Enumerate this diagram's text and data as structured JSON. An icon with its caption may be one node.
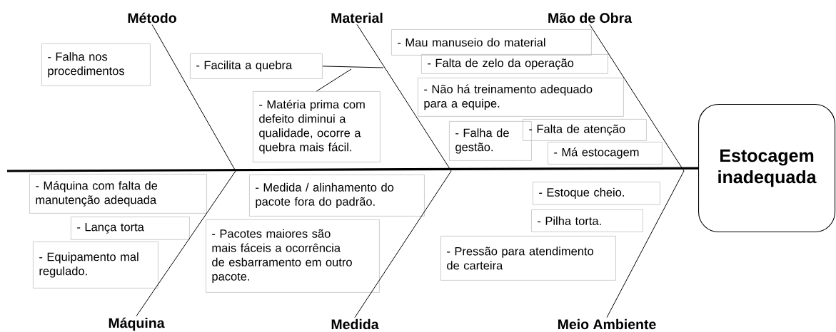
{
  "diagram": {
    "nodes": [
      {
        "text": [
          "Método"
        ]
      },
      {
        "text": [
          "Material"
        ]
      },
      {
        "text": [
          "Mão de Obra"
        ]
      },
      {
        "text": [
          "Máquina"
        ]
      },
      {
        "text": [
          "Medida"
        ]
      },
      {
        "text": [
          "Meio Ambiente"
        ]
      },
      {
        "text": [
          "Estocagem inadequada"
        ]
      },
      {
        "text": [
          "- Falha nos procedimentos"
        ]
      },
      {
        "text": [
          "- Facilita a quebra"
        ]
      },
      {
        "text": [
          "- Matéria prima com defeito diminui a qualidade, ocorre a quebra mais fácil."
        ]
      },
      {
        "text": [
          "- Mau manuseio do material"
        ]
      },
      {
        "text": [
          "- Falta de zelo da operação"
        ]
      },
      {
        "text": [
          "- Não há treinamento adequado para a equipe."
        ]
      },
      {
        "text": [
          "- Falha de gestão."
        ]
      },
      {
        "text": [
          "- Falta de atenção"
        ]
      },
      {
        "text": [
          "- Má estocagem"
        ]
      },
      {
        "text": [
          "- Máquina com falta de manutenção adequada"
        ]
      },
      {
        "text": [
          "- Lança torta"
        ]
      },
      {
        "text": [
          "- Equipamento mal regulado."
        ]
      },
      {
        "text": [
          "- Medida / alinhamento do pacote fora do padrão."
        ]
      },
      {
        "text": [
          "- Pacotes maiores são mais fáceis a ocorrência de esbarramento em outro pacote."
        ]
      },
      {
        "text": [
          "- Estoque cheio."
        ]
      },
      {
        "text": [
          "- Pilha torta."
        ]
      },
      {
        "text": [
          "- Pressão para atendimento de carteira"
        ]
      }
    ],
    "edges": [
      {
        "from": null,
        "to": 6,
        "arrow": "none",
        "style": "thick"
      },
      {
        "from": 0,
        "to": null,
        "arrow": "none"
      },
      {
        "from": 1,
        "to": null,
        "arrow": "none"
      },
      {
        "from": 2,
        "to": null,
        "arrow": "none"
      },
      {
        "from": 3,
        "to": null,
        "arrow": "none"
      },
      {
        "from": 4,
        "to": null,
        "arrow": "none"
      },
      {
        "from": 5,
        "to": null,
        "arrow": "none"
      },
      {
        "from": 8,
        "to": null,
        "arrow": "none"
      },
      {
        "from": 9,
        "to": null,
        "arrow": "none"
      }
    ]
  }
}
